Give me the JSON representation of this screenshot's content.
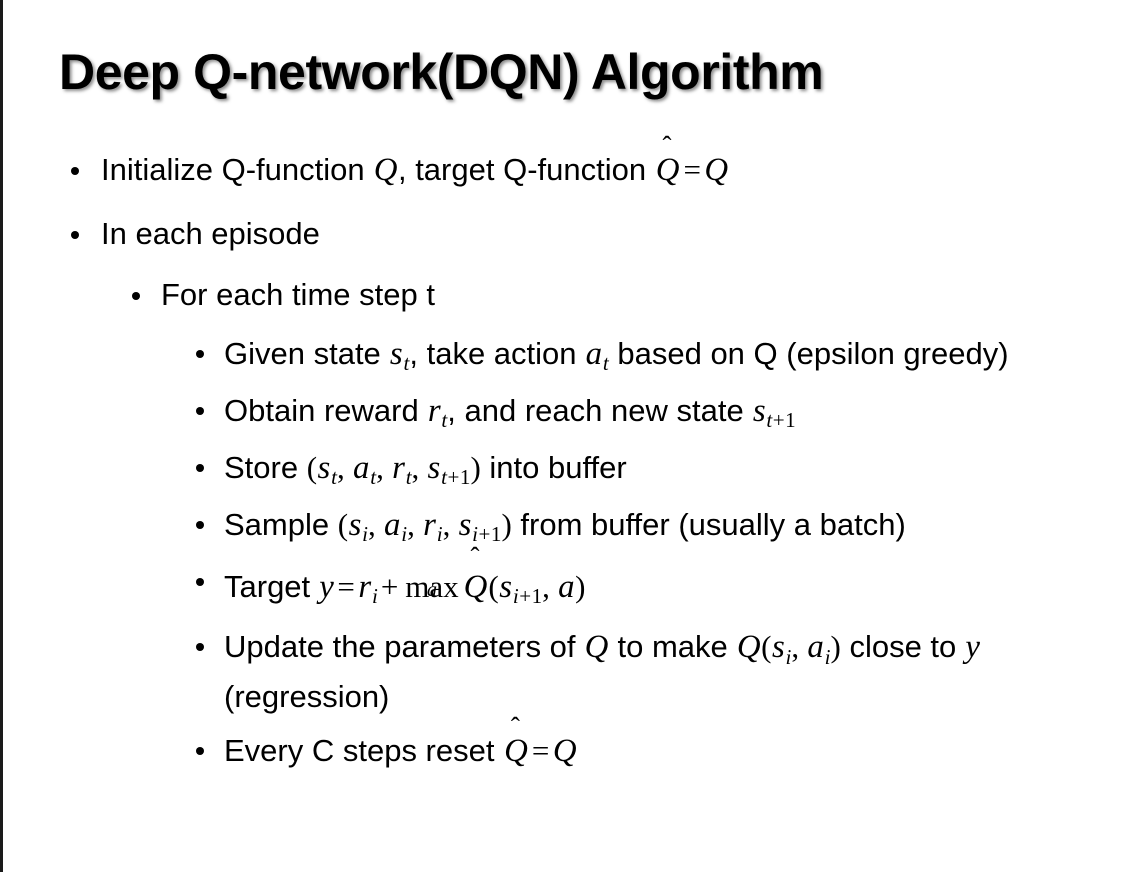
{
  "slide": {
    "title": "Deep Q-network(DQN) Algorithm",
    "accent_color": "#1a1a1a",
    "background_color": "#ffffff",
    "text_color": "#000000",
    "bullet_glyph": "•"
  },
  "bullets": {
    "b1": {
      "level": 1,
      "text_plain": "Initialize Q-function Q, target Q-function Q̂ = Q",
      "seg": {
        "a": "Initialize Q-function ",
        "var_q1": "Q",
        "b": ", target Q-function ",
        "qhat": "Q",
        "hat": "ˆ",
        "eq": "=",
        "var_q2": "Q"
      }
    },
    "b2": {
      "level": 1,
      "text_plain": "In each episode",
      "seg": {
        "a": "In each episode"
      }
    },
    "b3": {
      "level": 2,
      "text_plain": "For each time step t",
      "seg": {
        "a": "For each time step t"
      }
    },
    "b4": {
      "level": 3,
      "text_plain": "Given state s_t, take action a_t based on Q (epsilon greedy)",
      "seg": {
        "a": "Given state ",
        "s": "s",
        "s_sub": "t",
        "b": ", take action ",
        "av": "a",
        "a_sub": "t",
        "c": " based on Q (epsilon greedy)"
      }
    },
    "b5": {
      "level": 3,
      "text_plain": "Obtain reward r_t, and reach new state s_{t+1}",
      "seg": {
        "a": "Obtain reward ",
        "r": "r",
        "r_sub": "t",
        "b": ", and reach new state ",
        "s": "s",
        "s_sub_t": "t",
        "s_sub_plus": "+",
        "s_sub_one": "1"
      }
    },
    "b6": {
      "level": 3,
      "text_plain": "Store (s_t, a_t, r_t, s_{t+1}) into buffer",
      "seg": {
        "open": "(",
        "a": "Store ",
        "s1": "s",
        "s1_sub": "t",
        "c1": ", ",
        "a1": "a",
        "a1_sub": "t",
        "c2": ", ",
        "r1": "r",
        "r1_sub": "t",
        "c3": ", ",
        "s2": "s",
        "s2_sub_t": "t",
        "s2_plus": "+",
        "s2_one": "1",
        "close": ")",
        "tail": " into buffer"
      }
    },
    "b7": {
      "level": 3,
      "text_plain": "Sample (s_i, a_i, r_i, s_{i+1}) from buffer (usually a batch)",
      "seg": {
        "a": "Sample ",
        "open": "(",
        "s1": "s",
        "s1_sub": "i",
        "c1": ", ",
        "a1": "a",
        "a1_sub": "i",
        "c2": ", ",
        "r1": "r",
        "r1_sub": "i",
        "c3": ", ",
        "s2": "s",
        "s2_sub_i": "i",
        "s2_plus": "+",
        "s2_one": "1",
        "close": ")",
        "tail": " from buffer (usually a batch)"
      }
    },
    "b8": {
      "level": 3,
      "text_plain": "Target y = r_i + max_a Q̂(s_{i+1}, a)",
      "seg": {
        "a": "Target ",
        "y": "y",
        "eq": "=",
        "r": "r",
        "r_sub": "i",
        "plus": "+",
        "max": "max",
        "max_under": "a",
        "qhat": "Q",
        "hat": "ˆ",
        "open": "(",
        "s": "s",
        "s_sub_i": "i",
        "s_plus": "+",
        "s_one": "1",
        "comma": ", ",
        "av": "a",
        "close": ")"
      }
    },
    "b9": {
      "level": 3,
      "text_plain": "Update the parameters of Q to make Q(s_i, a_i) close to y (regression)",
      "seg": {
        "a": "Update the parameters of ",
        "q1": "Q",
        "b": " to make ",
        "q2": "Q",
        "open": "(",
        "s": "s",
        "s_sub": "i",
        "comma": ", ",
        "av": "a",
        "a_sub": "i",
        "close": ")",
        "c": " close to ",
        "y": "y",
        "d": " (regression)"
      }
    },
    "b10": {
      "level": 3,
      "text_plain": "Every C steps reset Q̂ = Q",
      "seg": {
        "a": "Every C steps reset ",
        "qhat": "Q",
        "hat": "ˆ",
        "eq": "=",
        "q": "Q"
      }
    }
  }
}
